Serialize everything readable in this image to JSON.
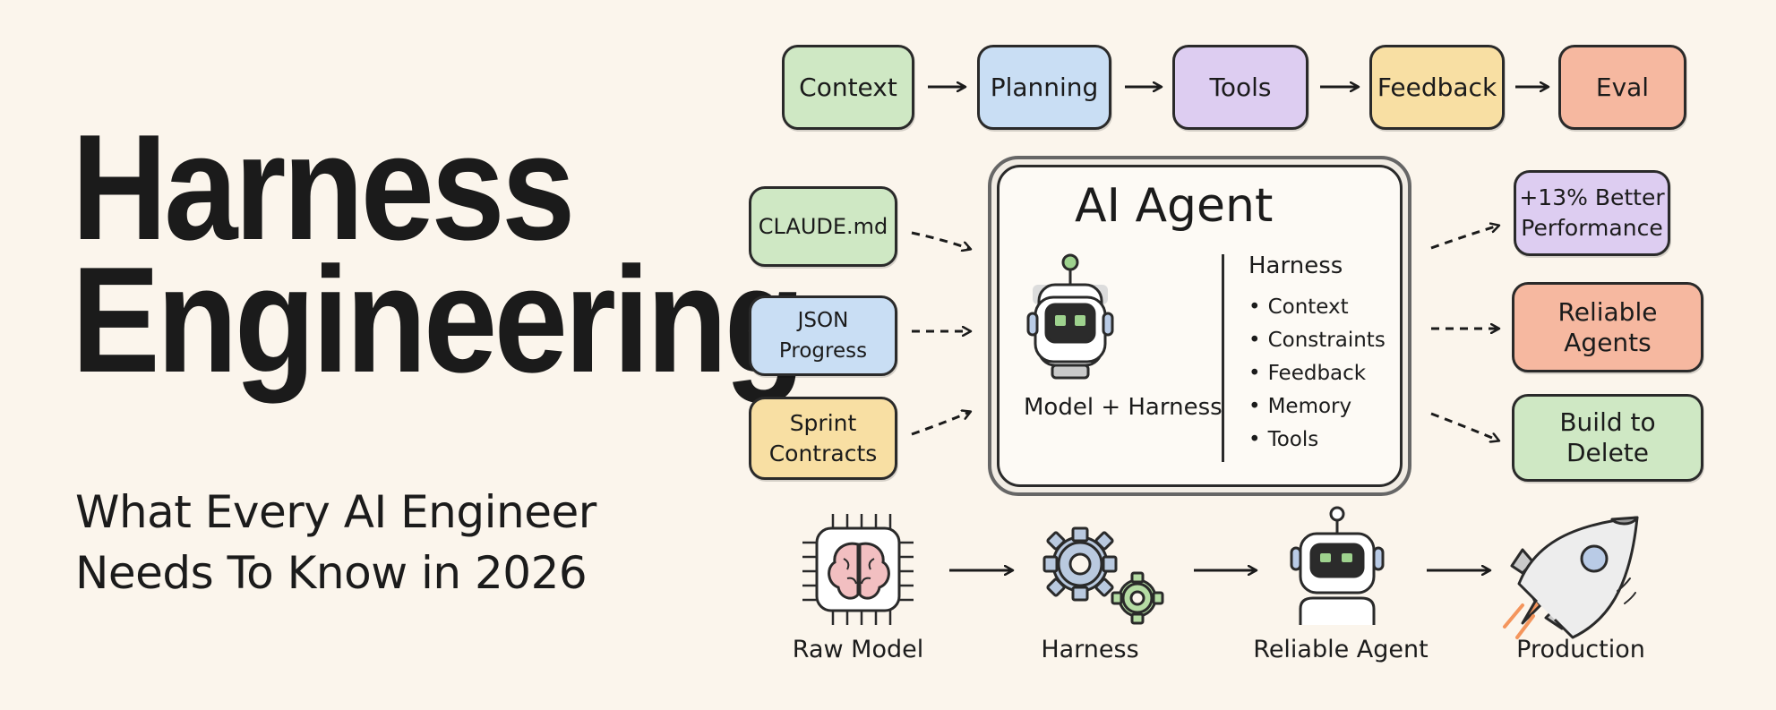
{
  "title": {
    "line1": "Harness",
    "line2": "Engineering"
  },
  "subtitle": {
    "line1": "What Every AI Engineer",
    "line2": "Needs To Know in 2026"
  },
  "pipeline": [
    "Context",
    "Planning",
    "Tools",
    "Feedback",
    "Eval"
  ],
  "inputs": {
    "claude": "CLAUDE.md",
    "json": "JSON Progress",
    "sprint": [
      "Sprint",
      "Contracts"
    ]
  },
  "agent": {
    "title": "AI Agent",
    "model_label": "Model + Harness",
    "harness_heading": "Harness",
    "harness_items": [
      "Context",
      "Constraints",
      "Feedback",
      "Memory",
      "Tools"
    ]
  },
  "outcomes": {
    "performance": [
      "+13% Better",
      "Performance"
    ],
    "reliable": [
      "Reliable",
      "Agents"
    ],
    "build": [
      "Build to",
      "Delete"
    ]
  },
  "steps": [
    "Raw Model",
    "Harness",
    "Reliable Agent",
    "Production"
  ],
  "colors": {
    "green": "#cfe8c4",
    "blue": "#c9def4",
    "purple": "#ddcdf1",
    "yellow": "#f8dfa3",
    "red": "#f6b8a0",
    "background": "#fbf5ec"
  },
  "icons": [
    "brain-chip-icon",
    "gears-icon",
    "robot-icon",
    "rocket-icon"
  ]
}
